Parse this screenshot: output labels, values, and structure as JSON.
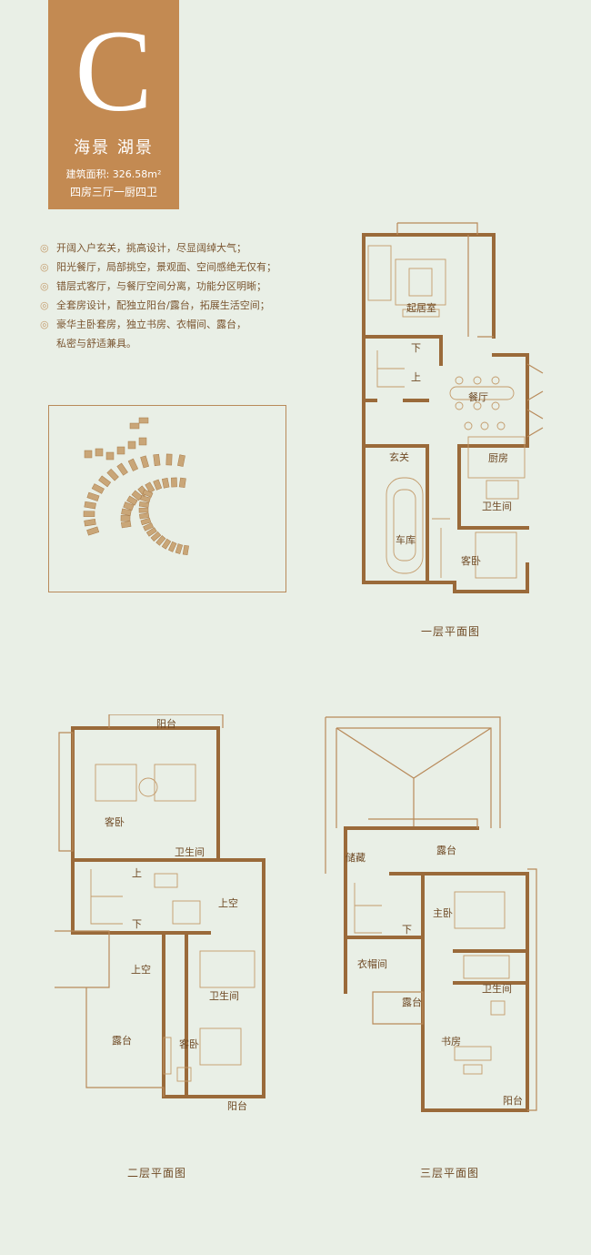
{
  "badge": {
    "letter": "C",
    "subtitle": "海景 湖景",
    "area": "建筑面积: 326.58m²",
    "rooms": "四房三厅一厨四卫"
  },
  "features": [
    "开阔入户玄关，挑高设计，尽显阔绰大气；",
    "阳光餐厅，局部挑空，景观面、空间感绝无仅有；",
    "错层式客厅，与餐厅空间分离，功能分区明晰；",
    "全套房设计，配独立阳台/露台，拓展生活空间；",
    "豪华主卧套房，独立书房、衣帽间、露台，"
  ],
  "feature_continuation": "私密与舒适兼具。",
  "plan1": {
    "caption": "一层平面图",
    "rooms": {
      "living": "起居室",
      "down": "下",
      "up": "上",
      "dining": "餐厅",
      "foyer": "玄关",
      "kitchen": "厨房",
      "bath": "卫生间",
      "garage": "车库",
      "guest": "客卧"
    }
  },
  "plan2": {
    "caption": "二层平面图",
    "rooms": {
      "balcony_top": "阳台",
      "guest_top": "客卧",
      "bath_top": "卫生间",
      "up": "上",
      "down": "下",
      "void_right": "上空",
      "void_left": "上空",
      "bath_mid": "卫生间",
      "terrace": "露台",
      "guest_bottom": "客卧",
      "balcony_bottom": "阳台"
    }
  },
  "plan3": {
    "caption": "三层平面图",
    "rooms": {
      "storage": "储藏",
      "terrace_top": "露台",
      "master": "主卧",
      "down": "下",
      "closet": "衣帽间",
      "bath": "卫生间",
      "terrace_small": "露台",
      "study": "书房",
      "balcony": "阳台"
    }
  }
}
